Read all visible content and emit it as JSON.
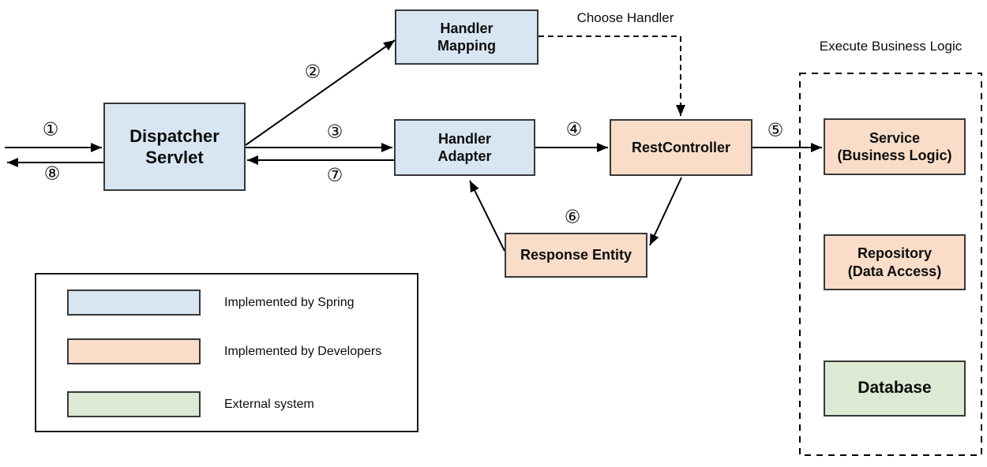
{
  "nodes": {
    "dispatcher": {
      "label": "Dispatcher\nServlet"
    },
    "handler_mapping": {
      "label": "Handler\nMapping"
    },
    "handler_adapter": {
      "label": "Handler\nAdapter"
    },
    "rest_controller": {
      "label": "RestController"
    },
    "response_entity": {
      "label": "Response Entity"
    },
    "service": {
      "label": "Service\n(Business Logic)"
    },
    "repository": {
      "label": "Repository\n(Data Access)"
    },
    "database": {
      "label": "Database"
    }
  },
  "annotations": {
    "choose_handler": "Choose Handler",
    "execute_business_logic": "Execute Business Logic"
  },
  "steps": {
    "s1": "①",
    "s2": "②",
    "s3": "③",
    "s4": "④",
    "s5": "⑤",
    "s6": "⑥",
    "s7": "⑦",
    "s8": "⑧"
  },
  "legend": {
    "items": [
      {
        "label": "Implemented by Spring",
        "type": "spring"
      },
      {
        "label": "Implemented by Developers",
        "type": "developers"
      },
      {
        "label": "External system",
        "type": "external"
      }
    ]
  },
  "colors": {
    "spring": "#d8e6f3",
    "developers": "#f9ddc9",
    "external": "#dcead3",
    "line": "#000000"
  }
}
